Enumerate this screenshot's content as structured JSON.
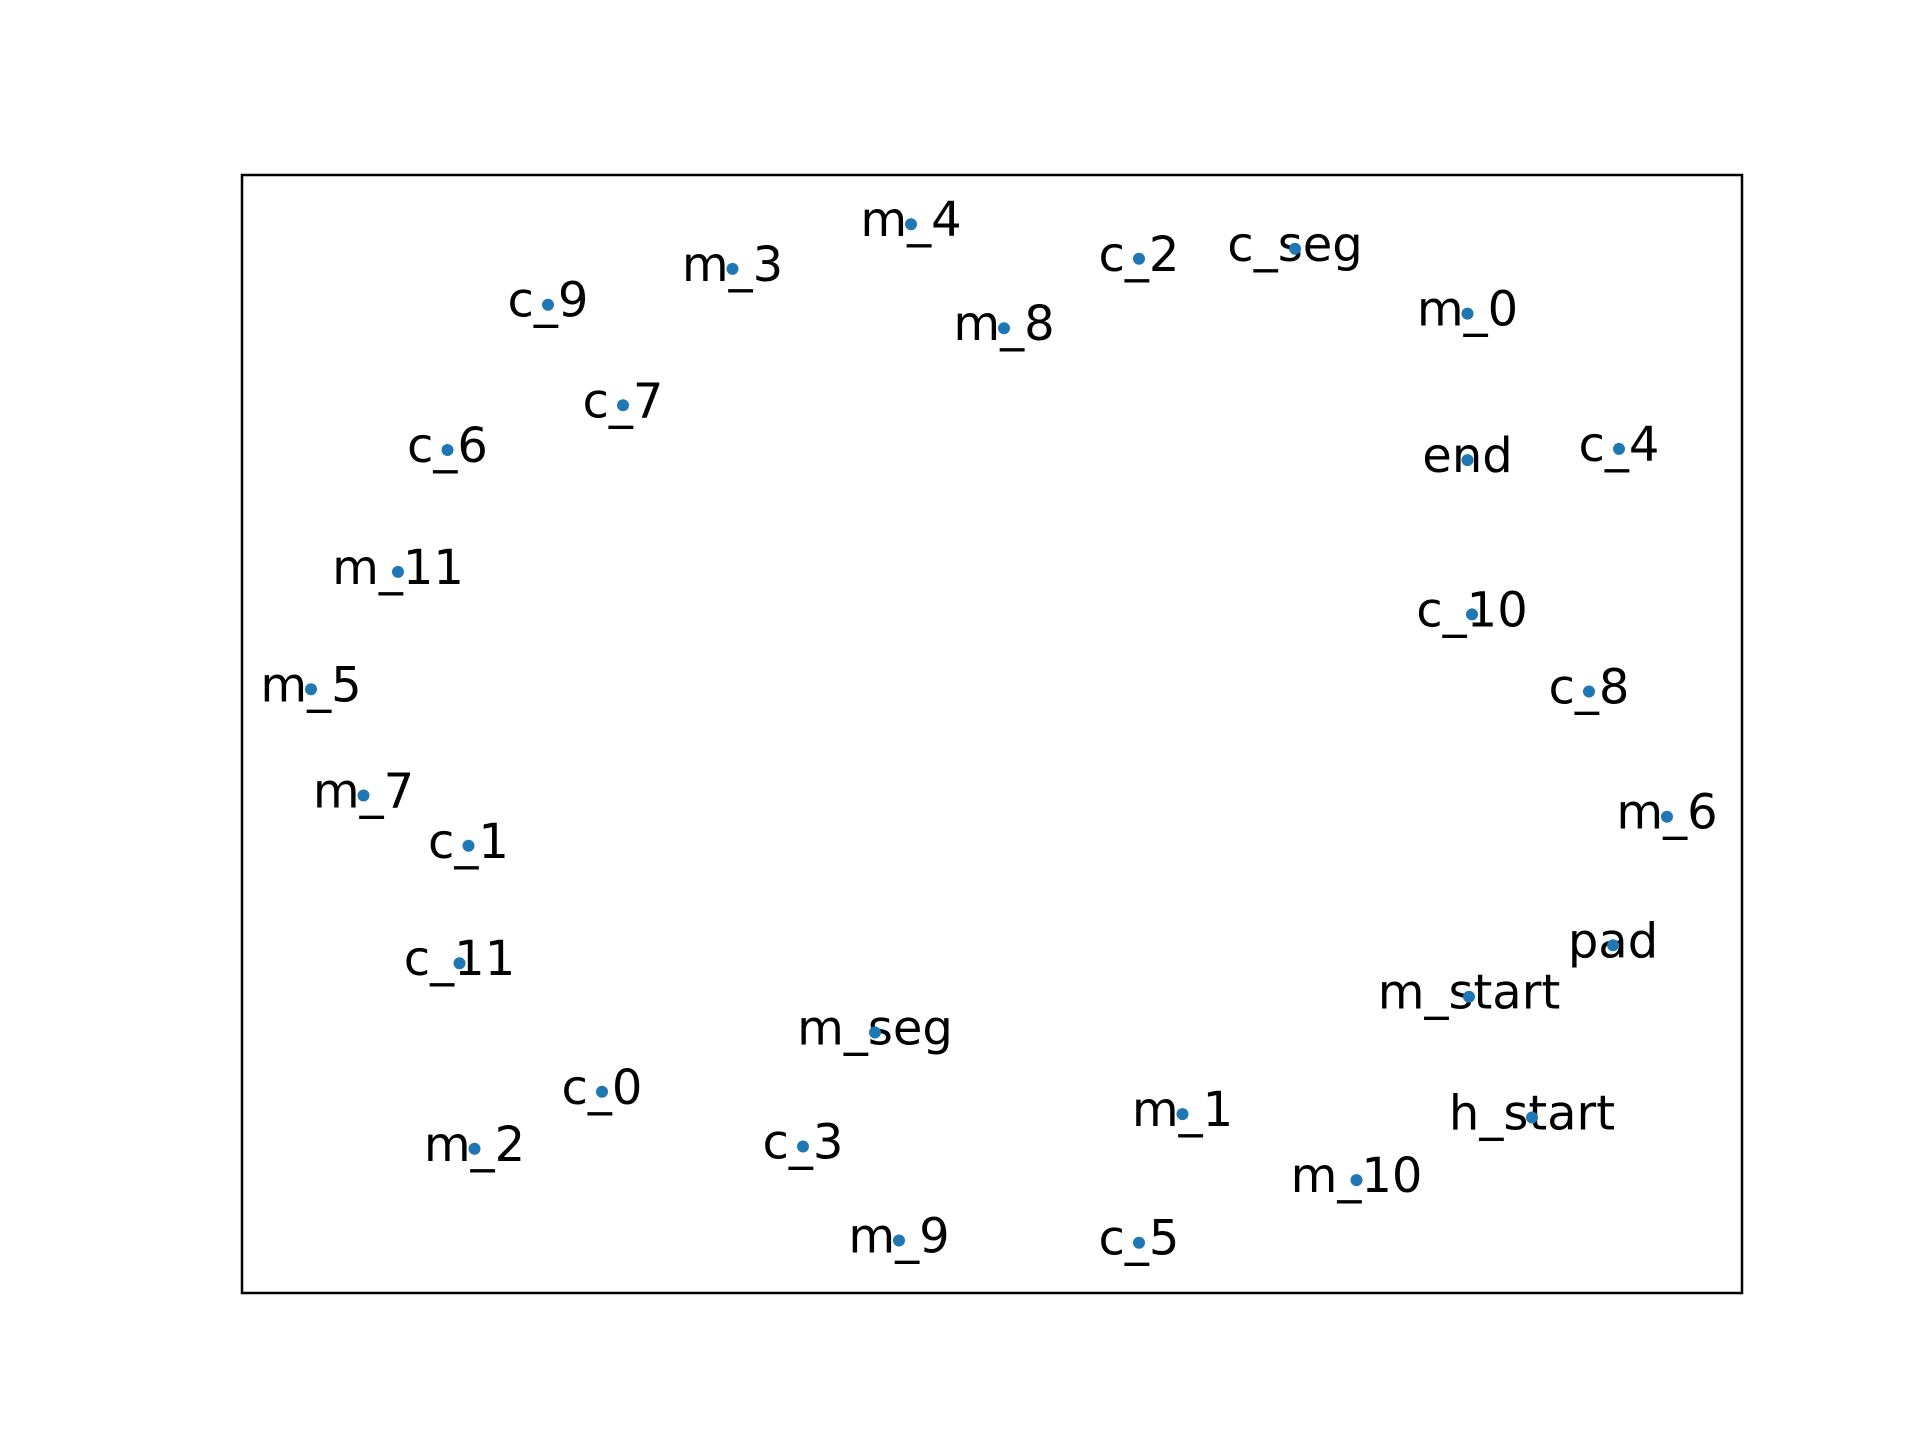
{
  "chart_data": {
    "type": "scatter",
    "title": "",
    "xlabel": "",
    "ylabel": "",
    "xlim": [
      0.0,
      1.0
    ],
    "ylim": [
      0.0,
      1.0
    ],
    "grid": false,
    "legend": "none",
    "axes_ticks": "none",
    "marker_color": "#1f77b4",
    "points": [
      {
        "label": "m_4",
        "x": 0.446,
        "y": 0.956
      },
      {
        "label": "c_2",
        "x": 0.598,
        "y": 0.925
      },
      {
        "label": "c_seg",
        "x": 0.702,
        "y": 0.934
      },
      {
        "label": "m_3",
        "x": 0.327,
        "y": 0.916
      },
      {
        "label": "c_9",
        "x": 0.204,
        "y": 0.884
      },
      {
        "label": "m_8",
        "x": 0.508,
        "y": 0.863
      },
      {
        "label": "m_0",
        "x": 0.817,
        "y": 0.876
      },
      {
        "label": "c_7",
        "x": 0.254,
        "y": 0.794
      },
      {
        "label": "c_6",
        "x": 0.137,
        "y": 0.754
      },
      {
        "label": "end",
        "x": 0.817,
        "y": 0.745
      },
      {
        "label": "c_4",
        "x": 0.918,
        "y": 0.755
      },
      {
        "label": "m_11",
        "x": 0.104,
        "y": 0.645
      },
      {
        "label": "c_10",
        "x": 0.82,
        "y": 0.607
      },
      {
        "label": "m_5",
        "x": 0.046,
        "y": 0.54
      },
      {
        "label": "c_8",
        "x": 0.898,
        "y": 0.538
      },
      {
        "label": "m_7",
        "x": 0.081,
        "y": 0.445
      },
      {
        "label": "m_6",
        "x": 0.95,
        "y": 0.426
      },
      {
        "label": "c_1",
        "x": 0.151,
        "y": 0.4
      },
      {
        "label": "c_11",
        "x": 0.145,
        "y": 0.295
      },
      {
        "label": "pad",
        "x": 0.914,
        "y": 0.311
      },
      {
        "label": "m_start",
        "x": 0.818,
        "y": 0.265
      },
      {
        "label": "m_seg",
        "x": 0.422,
        "y": 0.233
      },
      {
        "label": "c_0",
        "x": 0.24,
        "y": 0.18
      },
      {
        "label": "m_1",
        "x": 0.627,
        "y": 0.16
      },
      {
        "label": "h_start",
        "x": 0.86,
        "y": 0.157
      },
      {
        "label": "m_2",
        "x": 0.155,
        "y": 0.129
      },
      {
        "label": "c_3",
        "x": 0.374,
        "y": 0.131
      },
      {
        "label": "m_10",
        "x": 0.743,
        "y": 0.101
      },
      {
        "label": "m_9",
        "x": 0.438,
        "y": 0.047
      },
      {
        "label": "c_5",
        "x": 0.598,
        "y": 0.045
      }
    ]
  }
}
